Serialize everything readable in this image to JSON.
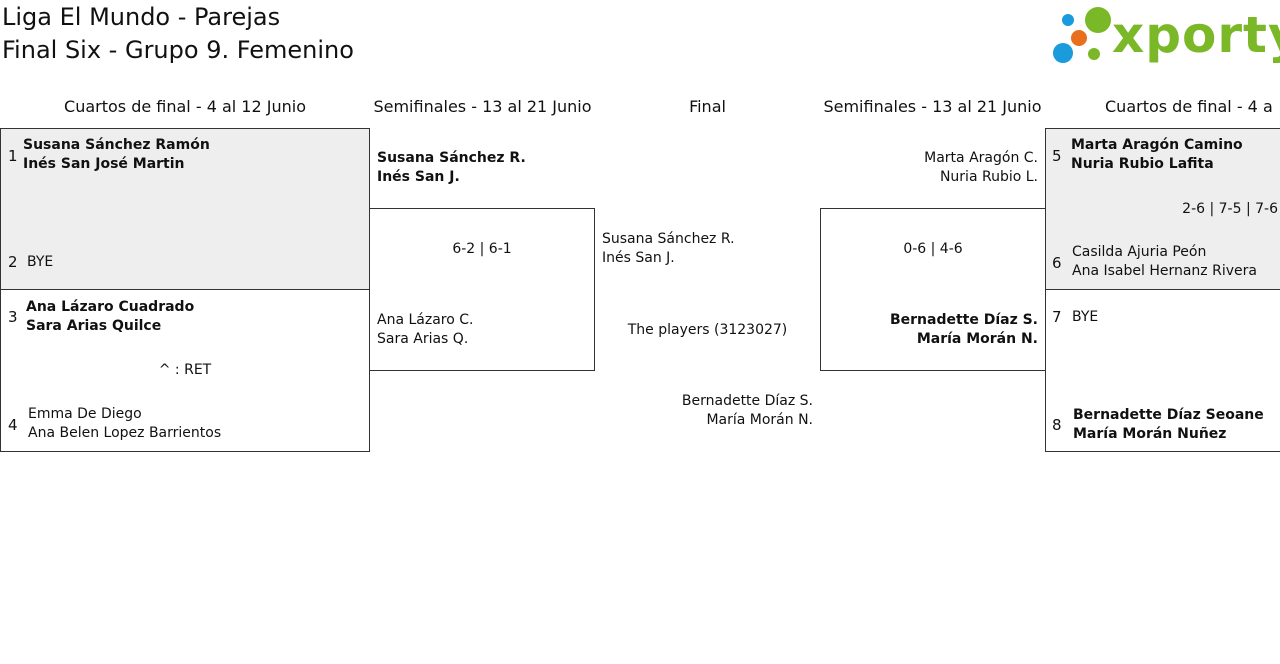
{
  "header": {
    "title_line1": "Liga El Mundo - Parejas",
    "title_line2": "Final Six - Grupo 9. Femenino",
    "logo_text": "xporty",
    "colors": {
      "green": "#7ab828",
      "blue": "#1a9bdc",
      "orange": "#e76f1d",
      "grey_fill": "#eeeeee"
    }
  },
  "rounds": {
    "qf_left": "Cuartos de final - 4 al 12 Junio",
    "sf_left": "Semifinales - 13 al 21 Junio",
    "final": "Final",
    "sf_right": "Semifinales - 13 al 21 Junio",
    "qf_right": "Cuartos de final - 4 a"
  },
  "left_qf": {
    "m1": {
      "seed_a": "1",
      "a_p1": "Susana Sánchez Ramón",
      "a_p2": "Inés San José Martin",
      "seed_b": "2",
      "b_p1": "BYE"
    },
    "m2": {
      "seed_a": "3",
      "a_p1": "Ana Lázaro Cuadrado",
      "a_p2": "Sara Arias Quilce",
      "score": "^ : RET",
      "seed_b": "4",
      "b_p1": "Emma De Diego",
      "b_p2": "Ana Belen Lopez Barrientos"
    }
  },
  "left_sf": {
    "a_p1": "Susana Sánchez R.",
    "a_p2": "Inés San J.",
    "score": "6-2 | 6-1",
    "b_p1": "Ana Lázaro C.",
    "b_p2": "Sara Arias Q."
  },
  "final": {
    "a_p1": "Susana Sánchez R.",
    "a_p2": "Inés San J.",
    "result": "The players (3123027)",
    "b_p1": "Bernadette Díaz S.",
    "b_p2": "María Morán N."
  },
  "right_sf": {
    "a_p1": "Marta Aragón C.",
    "a_p2": "Nuria Rubio L.",
    "score": "0-6 | 4-6",
    "b_p1": "Bernadette Díaz S.",
    "b_p2": "María Morán N."
  },
  "right_qf": {
    "m1": {
      "seed_a": "5",
      "a_p1": "Marta Aragón Camino",
      "a_p2": "Nuria Rubio Lafita",
      "score": "2-6 | 7-5 | 7-6",
      "seed_b": "6",
      "b_p1": "Casilda Ajuria Peón",
      "b_p2": "Ana Isabel Hernanz Rivera"
    },
    "m2": {
      "seed_a": "7",
      "a_p1": "BYE",
      "seed_b": "8",
      "b_p1": "Bernadette Díaz Seoane",
      "b_p2": "María Morán Nuñez"
    }
  }
}
